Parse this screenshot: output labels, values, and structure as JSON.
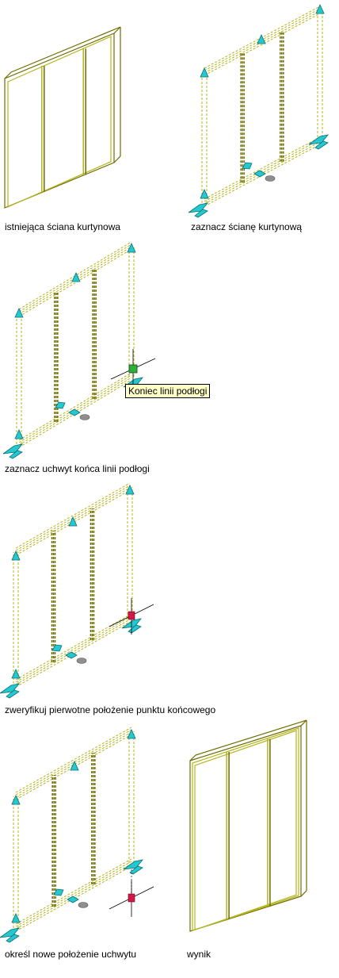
{
  "panels": [
    {
      "id": "existing",
      "caption": "istniejąca ściana kurtynowa"
    },
    {
      "id": "select-wall",
      "caption": "zaznacz ścianę kurtynową"
    },
    {
      "id": "select-grip",
      "caption": "zaznacz uchwyt końca linii podłogi",
      "tooltip": "Koniec linii podłogi"
    },
    {
      "id": "verify-endpoint",
      "caption": "zweryfikuj pierwotne położenie punktu końcowego"
    },
    {
      "id": "new-position",
      "caption": "określ nowe położenie uchwytu"
    },
    {
      "id": "result",
      "caption": "wynik"
    }
  ],
  "colors": {
    "frame": "#b5b41d",
    "frame_dark": "#6e6d00",
    "grip": "#23c9cf",
    "grip_dark": "#0b6f74",
    "cursor": "#d0184a",
    "hover_grip": "#2fae3a",
    "shadow_ellipse": "#8f8f8f"
  }
}
